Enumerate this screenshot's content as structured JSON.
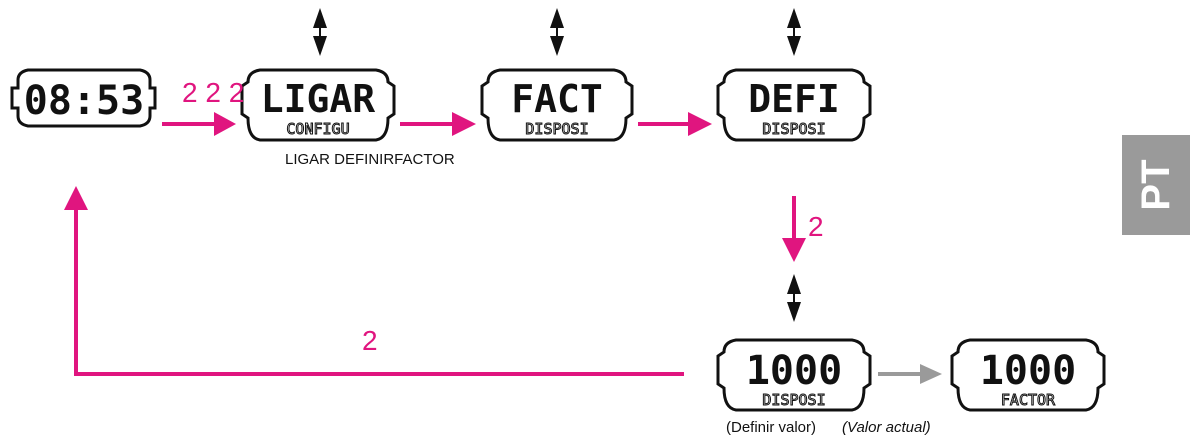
{
  "colors": {
    "accent": "#e0157f",
    "secondary_arrow": "#9a9a9a",
    "ink": "#111111",
    "tab": "#9a9a9a"
  },
  "displays": [
    {
      "id": "time",
      "main": "08:53",
      "sub": ""
    },
    {
      "id": "ligar",
      "main": "LIGAR",
      "sub": "CONFIGU"
    },
    {
      "id": "fact",
      "main": "FACT",
      "sub": "DISPOSI"
    },
    {
      "id": "defi",
      "main": "DEFI",
      "sub": "DISPOSI"
    },
    {
      "id": "set-value",
      "main": "1000",
      "sub": "DISPOSI"
    },
    {
      "id": "current-value",
      "main": "1000",
      "sub": "FACTOR"
    }
  ],
  "step_labels": {
    "first_transition": "2 2 2",
    "down_transition": "2",
    "return_transition": "2"
  },
  "captions": {
    "menu_caption": "LIGAR DEFINIRFACTOR",
    "define_value": "(Definir valor)",
    "current_value": "(Valor actual)"
  },
  "language_tab": "PT",
  "icons": {
    "scroll": "up-down-arrow-icon"
  }
}
